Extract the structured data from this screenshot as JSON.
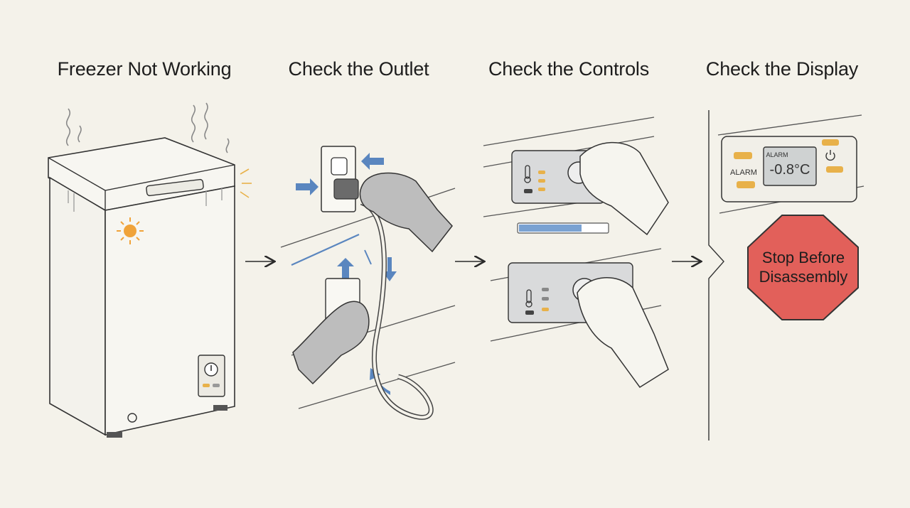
{
  "steps": [
    {
      "title": "Freezer Not Working"
    },
    {
      "title": "Check the Outlet"
    },
    {
      "title": "Check the Controls"
    },
    {
      "title": "Check the Display"
    }
  ],
  "display_panel": {
    "left_label": "ALARM",
    "lcd_label": "ALARM",
    "lcd_value": "-0.8°C"
  },
  "stop_sign": {
    "line1": "Stop Before",
    "line2": "Disassembly",
    "color": "#e2605a"
  },
  "colors": {
    "arrow_blue": "#5a86bf",
    "indicator_amber": "#e8b14a",
    "sun_orange": "#f0a33a",
    "progress_blue": "#7aa2d2"
  },
  "icons": [
    "sun-icon",
    "power-icon",
    "thermometer-icon",
    "flow-arrow-icon"
  ]
}
